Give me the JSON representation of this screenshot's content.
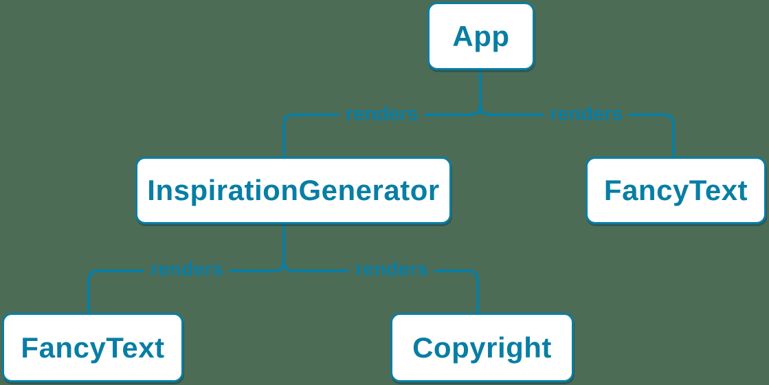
{
  "page": {
    "colors": {
      "background": "#4d6c55",
      "accent_blue": "#087ea4",
      "node_fill": "#ffffff"
    }
  },
  "diagram": {
    "type": "component-render-tree",
    "nodes": [
      {
        "id": "app",
        "label": "App"
      },
      {
        "id": "inspiration-generator",
        "label": "InspirationGenerator"
      },
      {
        "id": "fancy-text-top",
        "label": "FancyText"
      },
      {
        "id": "fancy-text-bottom",
        "label": "FancyText"
      },
      {
        "id": "copyright",
        "label": "Copyright"
      }
    ],
    "edges": [
      {
        "from": "App",
        "to": "InspirationGenerator",
        "label": "renders"
      },
      {
        "from": "App",
        "to": "FancyText",
        "label": "renders"
      },
      {
        "from": "InspirationGenerator",
        "to": "FancyText",
        "label": "renders"
      },
      {
        "from": "InspirationGenerator",
        "to": "Copyright",
        "label": "renders"
      }
    ]
  }
}
